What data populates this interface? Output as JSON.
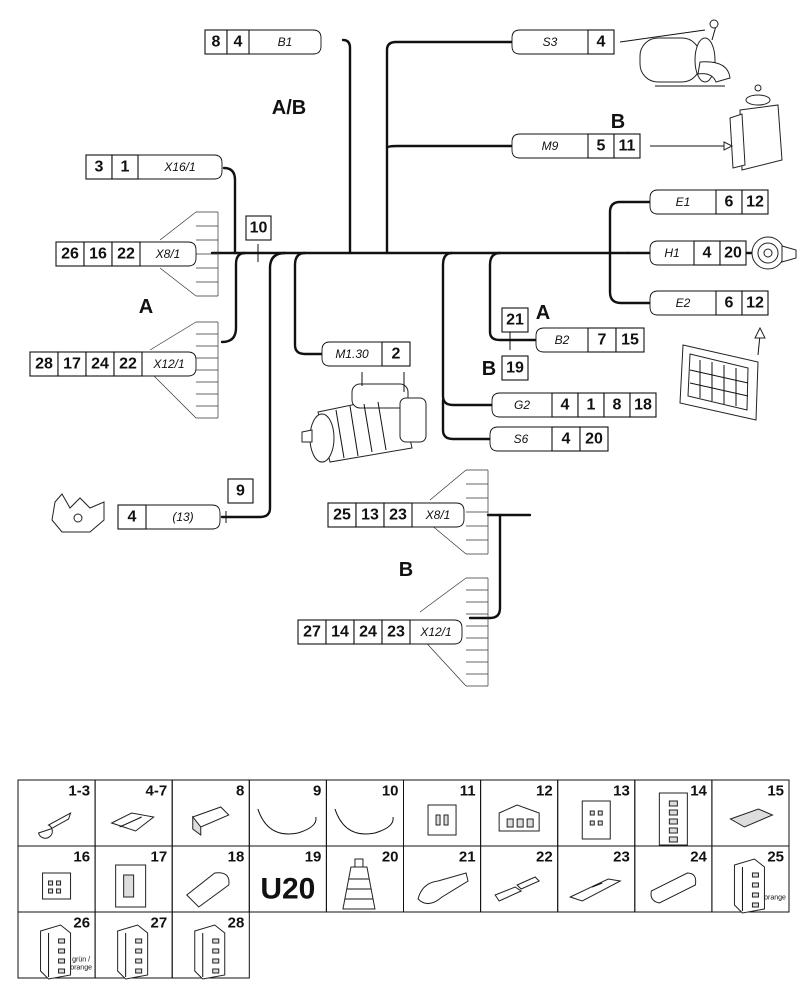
{
  "region_labels": {
    "ab": "A/B",
    "a_left": "A",
    "a_mid": "A",
    "b_top": "B",
    "b_mid": "B",
    "b_low": "B"
  },
  "callouts": {
    "b1": {
      "nums": [
        "8",
        "4"
      ],
      "code": "B1"
    },
    "s3": {
      "nums": [
        "4"
      ],
      "code": "S3"
    },
    "m9": {
      "nums": [
        "5",
        "11"
      ],
      "code": "M9"
    },
    "e1": {
      "nums": [
        "6",
        "12"
      ],
      "code": "E1"
    },
    "h1": {
      "nums": [
        "4",
        "20"
      ],
      "code": "H1"
    },
    "e2": {
      "nums": [
        "6",
        "12"
      ],
      "code": "E2"
    },
    "x16": {
      "nums": [
        "3",
        "1"
      ],
      "code": "X16/1"
    },
    "x8a": {
      "nums": [
        "26",
        "16",
        "22"
      ],
      "code": "X8/1"
    },
    "x12a": {
      "nums": [
        "28",
        "17",
        "24",
        "22"
      ],
      "code": "X12/1"
    },
    "m130": {
      "nums": [
        "2"
      ],
      "code": "M1.30"
    },
    "b2": {
      "nums": [
        "7",
        "15"
      ],
      "code": "B2"
    },
    "g2": {
      "nums": [
        "4",
        "1",
        "8",
        "18"
      ],
      "code": "G2"
    },
    "s6": {
      "nums": [
        "4",
        "20"
      ],
      "code": "S6"
    },
    "gnd": {
      "nums": [
        "4"
      ],
      "code": "(13)"
    },
    "x8b": {
      "nums": [
        "25",
        "13",
        "23"
      ],
      "code": "X8/1"
    },
    "x12b": {
      "nums": [
        "27",
        "14",
        "24",
        "23"
      ],
      "code": "X12/1"
    }
  },
  "markers": {
    "m10": "10",
    "m9": "9",
    "m21": "21",
    "m19": "19"
  },
  "legend": {
    "cells": [
      {
        "num": "1-3",
        "icon": "ring-terminal-icon"
      },
      {
        "num": "4-7",
        "icon": "flat-terminal-icon"
      },
      {
        "num": "8",
        "icon": "insulating-sleeve-icon"
      },
      {
        "num": "9",
        "icon": "cable-tie-icon"
      },
      {
        "num": "10",
        "icon": "cable-tie-icon"
      },
      {
        "num": "11",
        "icon": "2-pin-housing-icon"
      },
      {
        "num": "12",
        "icon": "3-pin-housing-icon"
      },
      {
        "num": "13",
        "icon": "round-connector-icon"
      },
      {
        "num": "14",
        "icon": "multi-pin-connector-icon"
      },
      {
        "num": "15",
        "icon": "blind-plug-icon"
      },
      {
        "num": "16",
        "icon": "multi-pin-housing-icon"
      },
      {
        "num": "17",
        "icon": "connector-housing-icon"
      },
      {
        "num": "18",
        "icon": "protective-cap-icon"
      },
      {
        "num": "19",
        "big": "U20"
      },
      {
        "num": "20",
        "icon": "rubber-grommet-icon"
      },
      {
        "num": "21",
        "icon": "rubber-boot-icon"
      },
      {
        "num": "22",
        "icon": "pin-contact-icon"
      },
      {
        "num": "23",
        "icon": "socket-contact-icon"
      },
      {
        "num": "24",
        "icon": "sealing-plug-icon"
      },
      {
        "num": "25",
        "icon": "contact-carrier-icon",
        "note": "orange"
      },
      {
        "num": "26",
        "icon": "contact-carrier-icon",
        "note": "grün / orange"
      },
      {
        "num": "27",
        "icon": "contact-carrier-icon"
      },
      {
        "num": "28",
        "icon": "contact-carrier-icon"
      }
    ]
  }
}
